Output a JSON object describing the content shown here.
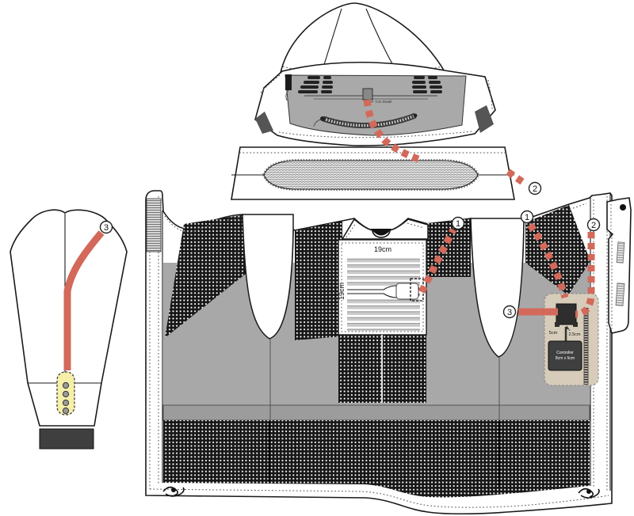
{
  "diagram": {
    "chest_panel": {
      "width_label": "19cm",
      "height_label": "19cm"
    },
    "connector": {
      "left_dim": "5cm",
      "right_dim": "2.5cm"
    },
    "controller": {
      "line1": "Controller",
      "line2": "8cm x 5cm"
    },
    "hood": {
      "note": "7cm Detail"
    },
    "callouts": {
      "n1": "1",
      "n2": "2",
      "n3": "3"
    }
  },
  "colors": {
    "cable": "#d3695a",
    "mesh_dark": "#181818",
    "body_gray": "#a8a8a8",
    "band_gray": "#9c9c9c",
    "dark": "#3f3f3f",
    "connector_yellow": "#f5efa8",
    "pocket_tan": "#d7ccba",
    "hood_gray": "#a9a9a9"
  }
}
